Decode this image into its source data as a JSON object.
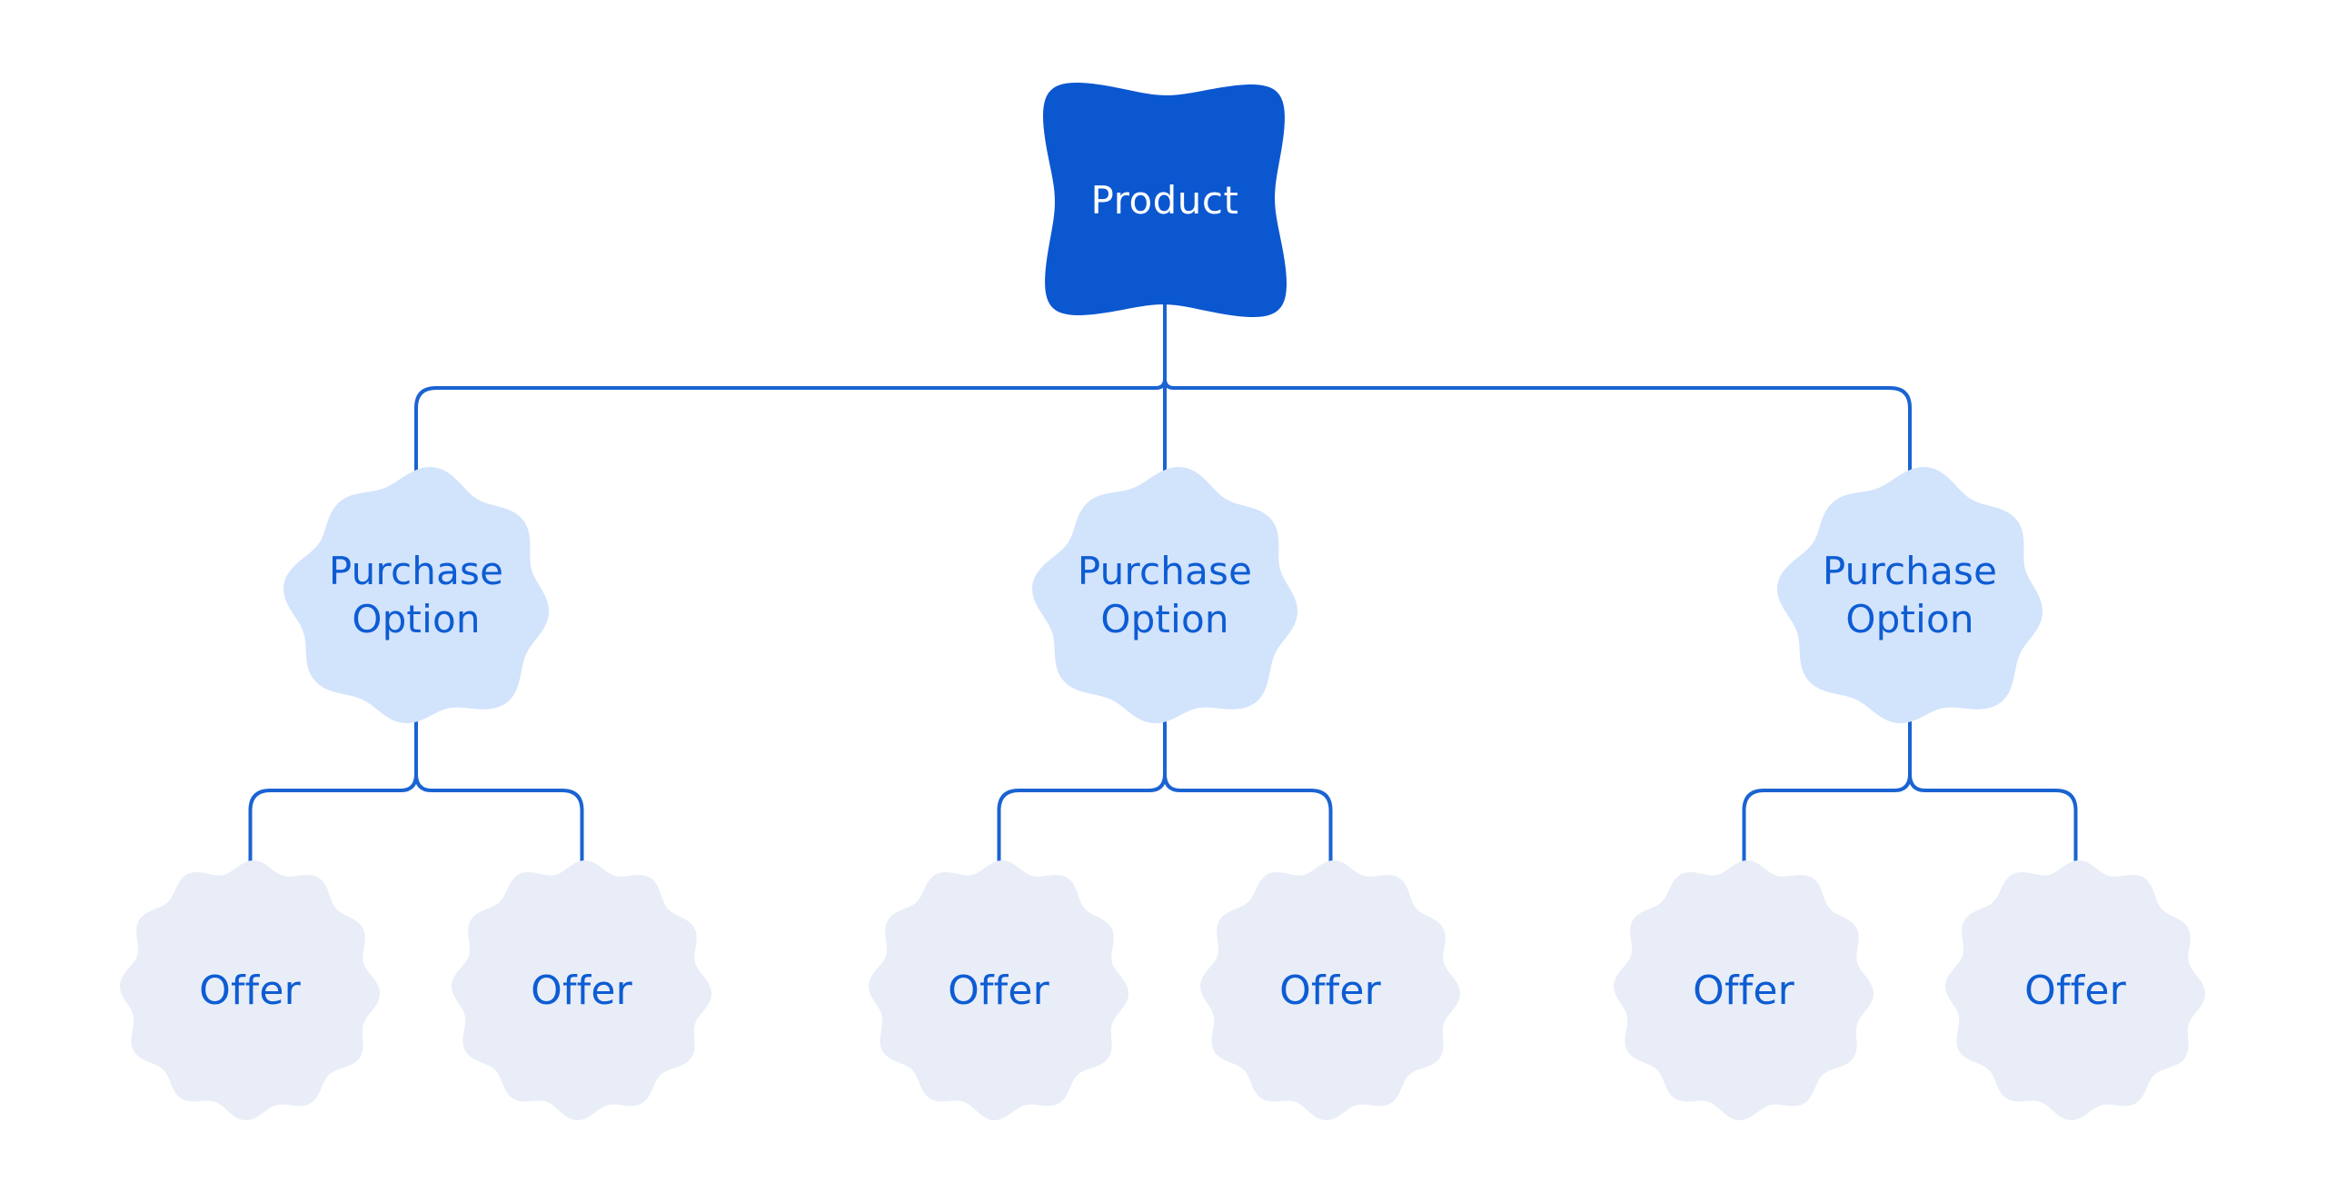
{
  "diagram": {
    "root": {
      "label": "Product"
    },
    "branches": [
      {
        "label": "Purchase Option",
        "offers": [
          {
            "label": "Offer"
          },
          {
            "label": "Offer"
          }
        ]
      },
      {
        "label": "Purchase Option",
        "offers": [
          {
            "label": "Offer"
          },
          {
            "label": "Offer"
          }
        ]
      },
      {
        "label": "Purchase Option",
        "offers": [
          {
            "label": "Offer"
          },
          {
            "label": "Offer"
          }
        ]
      }
    ]
  },
  "colors": {
    "background": "#ffffff",
    "product_fill": "#0b57d0",
    "product_text": "#ffffff",
    "purchase_option_fill": "#d2e3fc",
    "offer_fill": "#e8edf7",
    "node_text": "#0d5cd3",
    "connector": "#1a63d2"
  }
}
